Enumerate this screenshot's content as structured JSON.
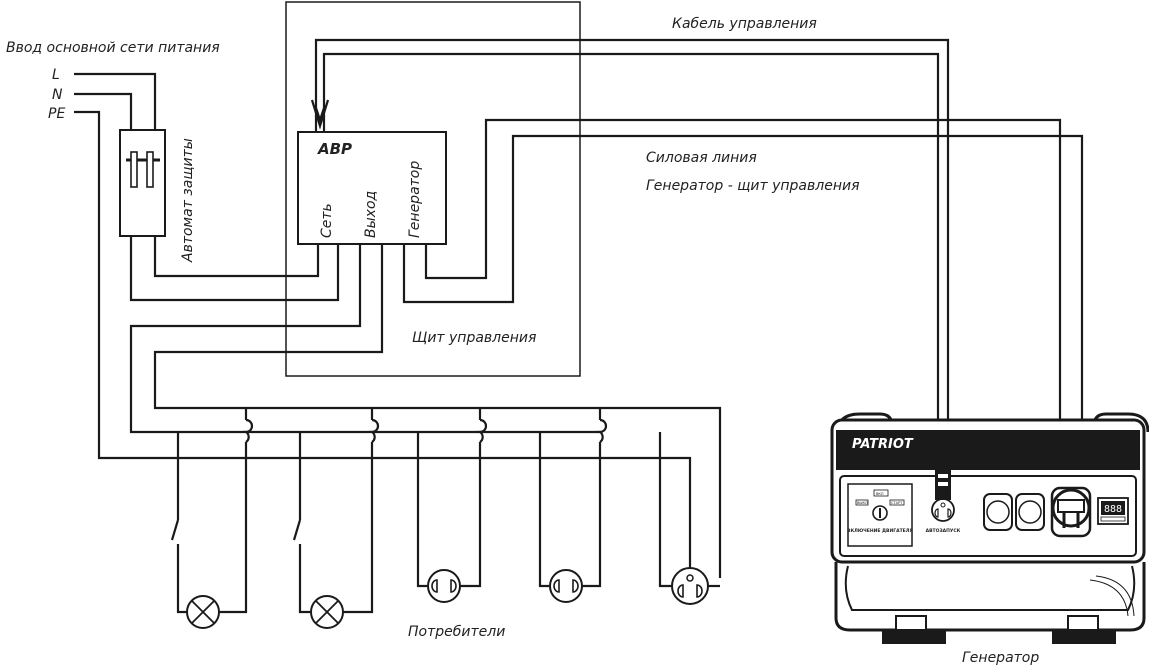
{
  "labels": {
    "mains_input": "Ввод основной сети питания",
    "L": "L",
    "N": "N",
    "PE": "PE",
    "breaker": "Автомат защиты",
    "avr_title": "АВР",
    "avr_net": "Сеть",
    "avr_out": "Выход",
    "avr_gen": "Генератор",
    "control_cable": "Кабель управления",
    "power_line_1": "Силовая линия",
    "power_line_2": "Генератор - щит управления",
    "control_panel": "Щит управления",
    "consumers": "Потребители",
    "generator": "Генератор",
    "brand": "PATRIOT",
    "engine_start": "ВКЛЮЧЕНИЕ ДВИГАТЕЛЯ",
    "autostart": "АВТОЗАПУСК",
    "switch_on": "ВКЛ",
    "switch_off": "ВЫКЛ",
    "switch_start": "СТАРТ",
    "display": "888"
  },
  "colors": {
    "line": "#1a1a1a",
    "text": "#222222",
    "background": "#ffffff"
  }
}
